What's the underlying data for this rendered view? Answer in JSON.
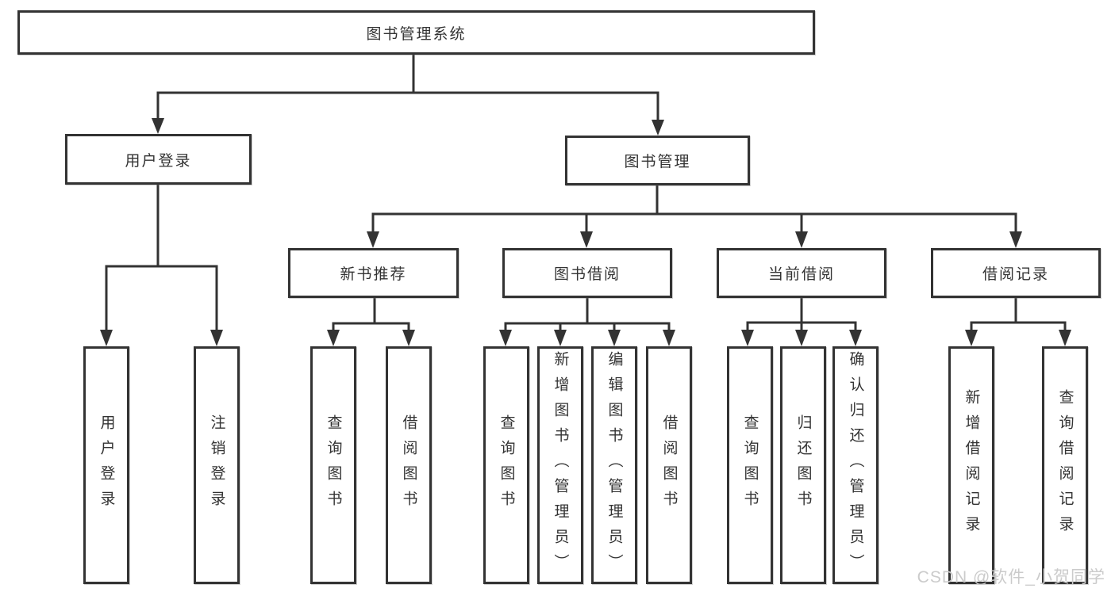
{
  "nodes": {
    "root": {
      "label": "图书管理系统"
    },
    "level2": [
      {
        "label": "用户登录"
      },
      {
        "label": "图书管理"
      }
    ],
    "level3": [
      {
        "label": "新书推荐",
        "parent": "图书管理"
      },
      {
        "label": "图书借阅",
        "parent": "图书管理"
      },
      {
        "label": "当前借阅",
        "parent": "图书管理"
      },
      {
        "label": "借阅记录",
        "parent": "图书管理"
      }
    ],
    "leaves": [
      {
        "label": "用户登录",
        "parent": "用户登录"
      },
      {
        "label": "注销登录",
        "parent": "用户登录"
      },
      {
        "label": "查询图书",
        "parent": "新书推荐"
      },
      {
        "label": "借阅图书",
        "parent": "新书推荐"
      },
      {
        "label": "查询图书",
        "parent": "图书借阅"
      },
      {
        "label": "新增图书（管理员）",
        "parent": "图书借阅"
      },
      {
        "label": "编辑图书（管理员）",
        "parent": "图书借阅"
      },
      {
        "label": "借阅图书",
        "parent": "图书借阅"
      },
      {
        "label": "查询图书",
        "parent": "当前借阅"
      },
      {
        "label": "归还图书",
        "parent": "当前借阅"
      },
      {
        "label": "确认归还（管理员）",
        "parent": "当前借阅"
      },
      {
        "label": "新增借阅记录",
        "parent": "借阅记录"
      },
      {
        "label": "查询借阅记录",
        "parent": "借阅记录"
      }
    ]
  },
  "watermark": {
    "text": "CSDN @软件_小贺同学"
  },
  "colors": {
    "line": "#333333",
    "text": "#333333",
    "box_fill": "#ffffff",
    "watermark": "#cbcbcb"
  }
}
